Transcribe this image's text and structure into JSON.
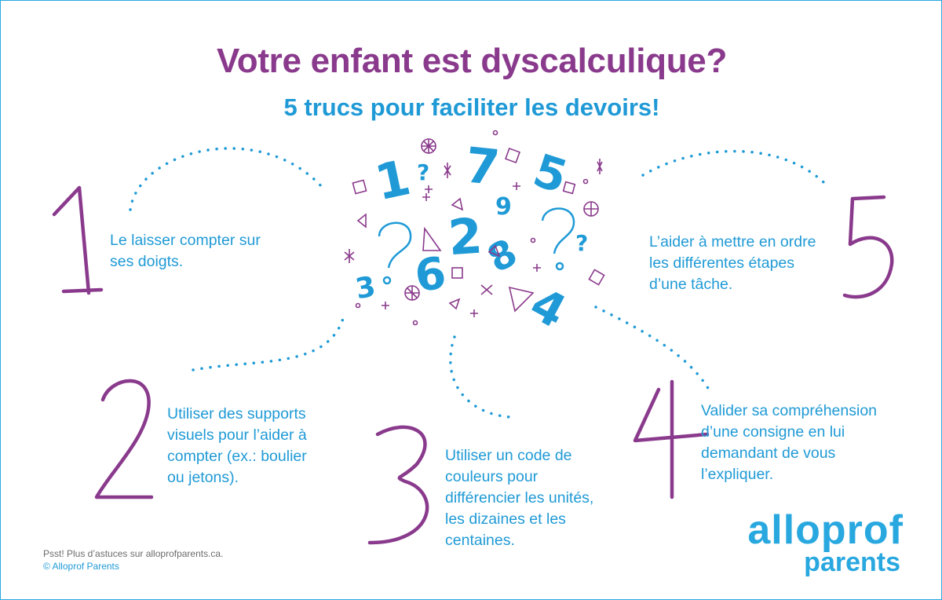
{
  "header": {
    "title": "Votre enfant est dyscalculique?",
    "subtitle": "5 trucs pour faciliter les devoirs!"
  },
  "tips": [
    {
      "number": "1",
      "text": "Le laisser compter sur\nses doigts."
    },
    {
      "number": "2",
      "text": "Utiliser des supports\nvisuels pour l’aider à\ncompter (ex.: boulier\nou jetons)."
    },
    {
      "number": "3",
      "text": "Utiliser un code de\ncouleurs pour\ndifférencier les unités,\nles dizaines et les\ncentaines."
    },
    {
      "number": "4",
      "text": "Valider sa compréhension\nd’une consigne en lui\ndemandant de vous\nl’expliquer."
    },
    {
      "number": "5",
      "text": "L’aider à mettre en ordre\nles différentes étapes\nd’une tâche."
    }
  ],
  "footer": {
    "note": "Psst! Plus d’astuces sur alloprofparents.ca.",
    "copyright": "© Alloprof Parents"
  },
  "logo": {
    "main": "alloprof",
    "sub": "parents"
  },
  "colors": {
    "purple": "#8a3a8c",
    "blue": "#1f9ad6",
    "border": "#29a8e0"
  }
}
